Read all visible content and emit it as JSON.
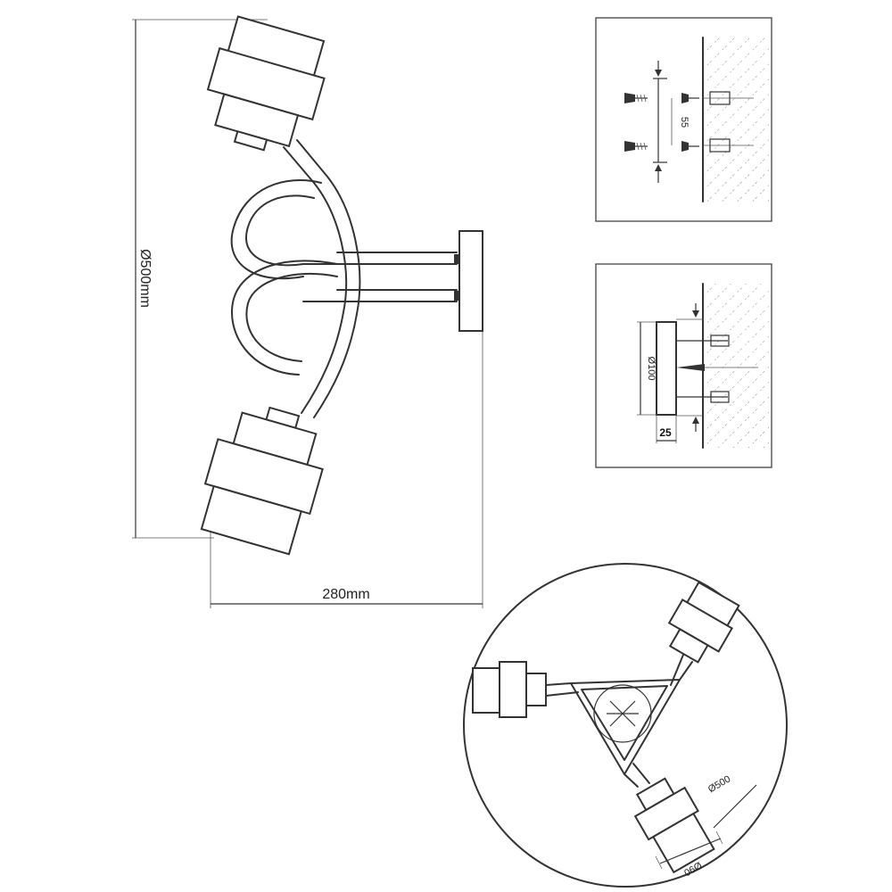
{
  "dimensions": {
    "height_label": "Ø500mm",
    "width_label": "280mm",
    "spacing_label": "55",
    "plate_diameter_label": "Ø100",
    "plate_depth_label": "25",
    "outer_diameter_label": "Ø500",
    "shade_diameter_label": "Ø90"
  },
  "colors": {
    "line": "#333333",
    "background": "#ffffff"
  }
}
